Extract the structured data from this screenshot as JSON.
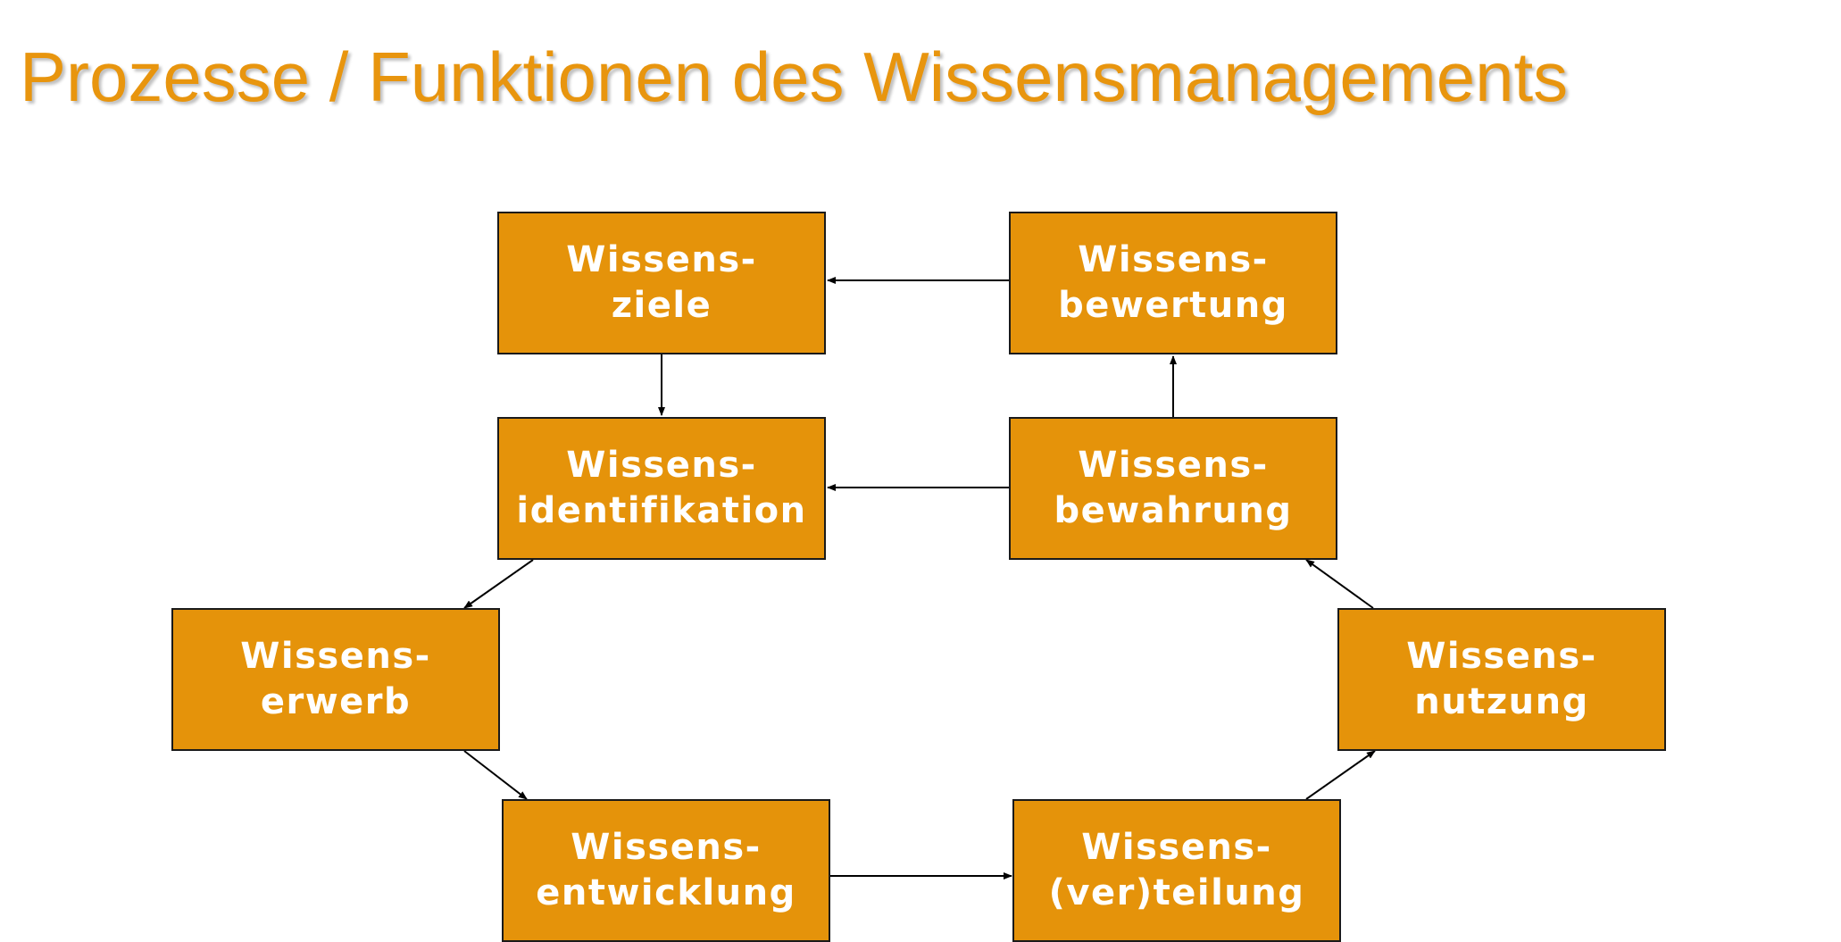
{
  "title": "Prozesse / Funktionen des Wissensmanagements",
  "colors": {
    "title": "#e8950e",
    "box_fill": "#e5930a",
    "box_text": "#ffffff",
    "connector": "#000000"
  },
  "nodes": [
    {
      "id": "ziele",
      "line1": "Wissens-",
      "line2": "ziele"
    },
    {
      "id": "bewertung",
      "line1": "Wissens-",
      "line2": "bewertung"
    },
    {
      "id": "identifikation",
      "line1": "Wissens-",
      "line2": "identifikation"
    },
    {
      "id": "bewahrung",
      "line1": "Wissens-",
      "line2": "bewahrung"
    },
    {
      "id": "erwerb",
      "line1": "Wissens-",
      "line2": "erwerb"
    },
    {
      "id": "nutzung",
      "line1": "Wissens-",
      "line2": "nutzung"
    },
    {
      "id": "entwicklung",
      "line1": "Wissens-",
      "line2": "entwicklung"
    },
    {
      "id": "verteilung",
      "line1": "Wissens-",
      "line2": "(ver)teilung"
    }
  ],
  "edges": [
    {
      "from": "bewertung",
      "to": "ziele"
    },
    {
      "from": "ziele",
      "to": "identifikation"
    },
    {
      "from": "bewahrung",
      "to": "identifikation"
    },
    {
      "from": "bewahrung",
      "to": "bewertung"
    },
    {
      "from": "identifikation",
      "to": "erwerb"
    },
    {
      "from": "erwerb",
      "to": "entwicklung"
    },
    {
      "from": "entwicklung",
      "to": "verteilung"
    },
    {
      "from": "verteilung",
      "to": "nutzung"
    },
    {
      "from": "nutzung",
      "to": "bewahrung"
    }
  ]
}
